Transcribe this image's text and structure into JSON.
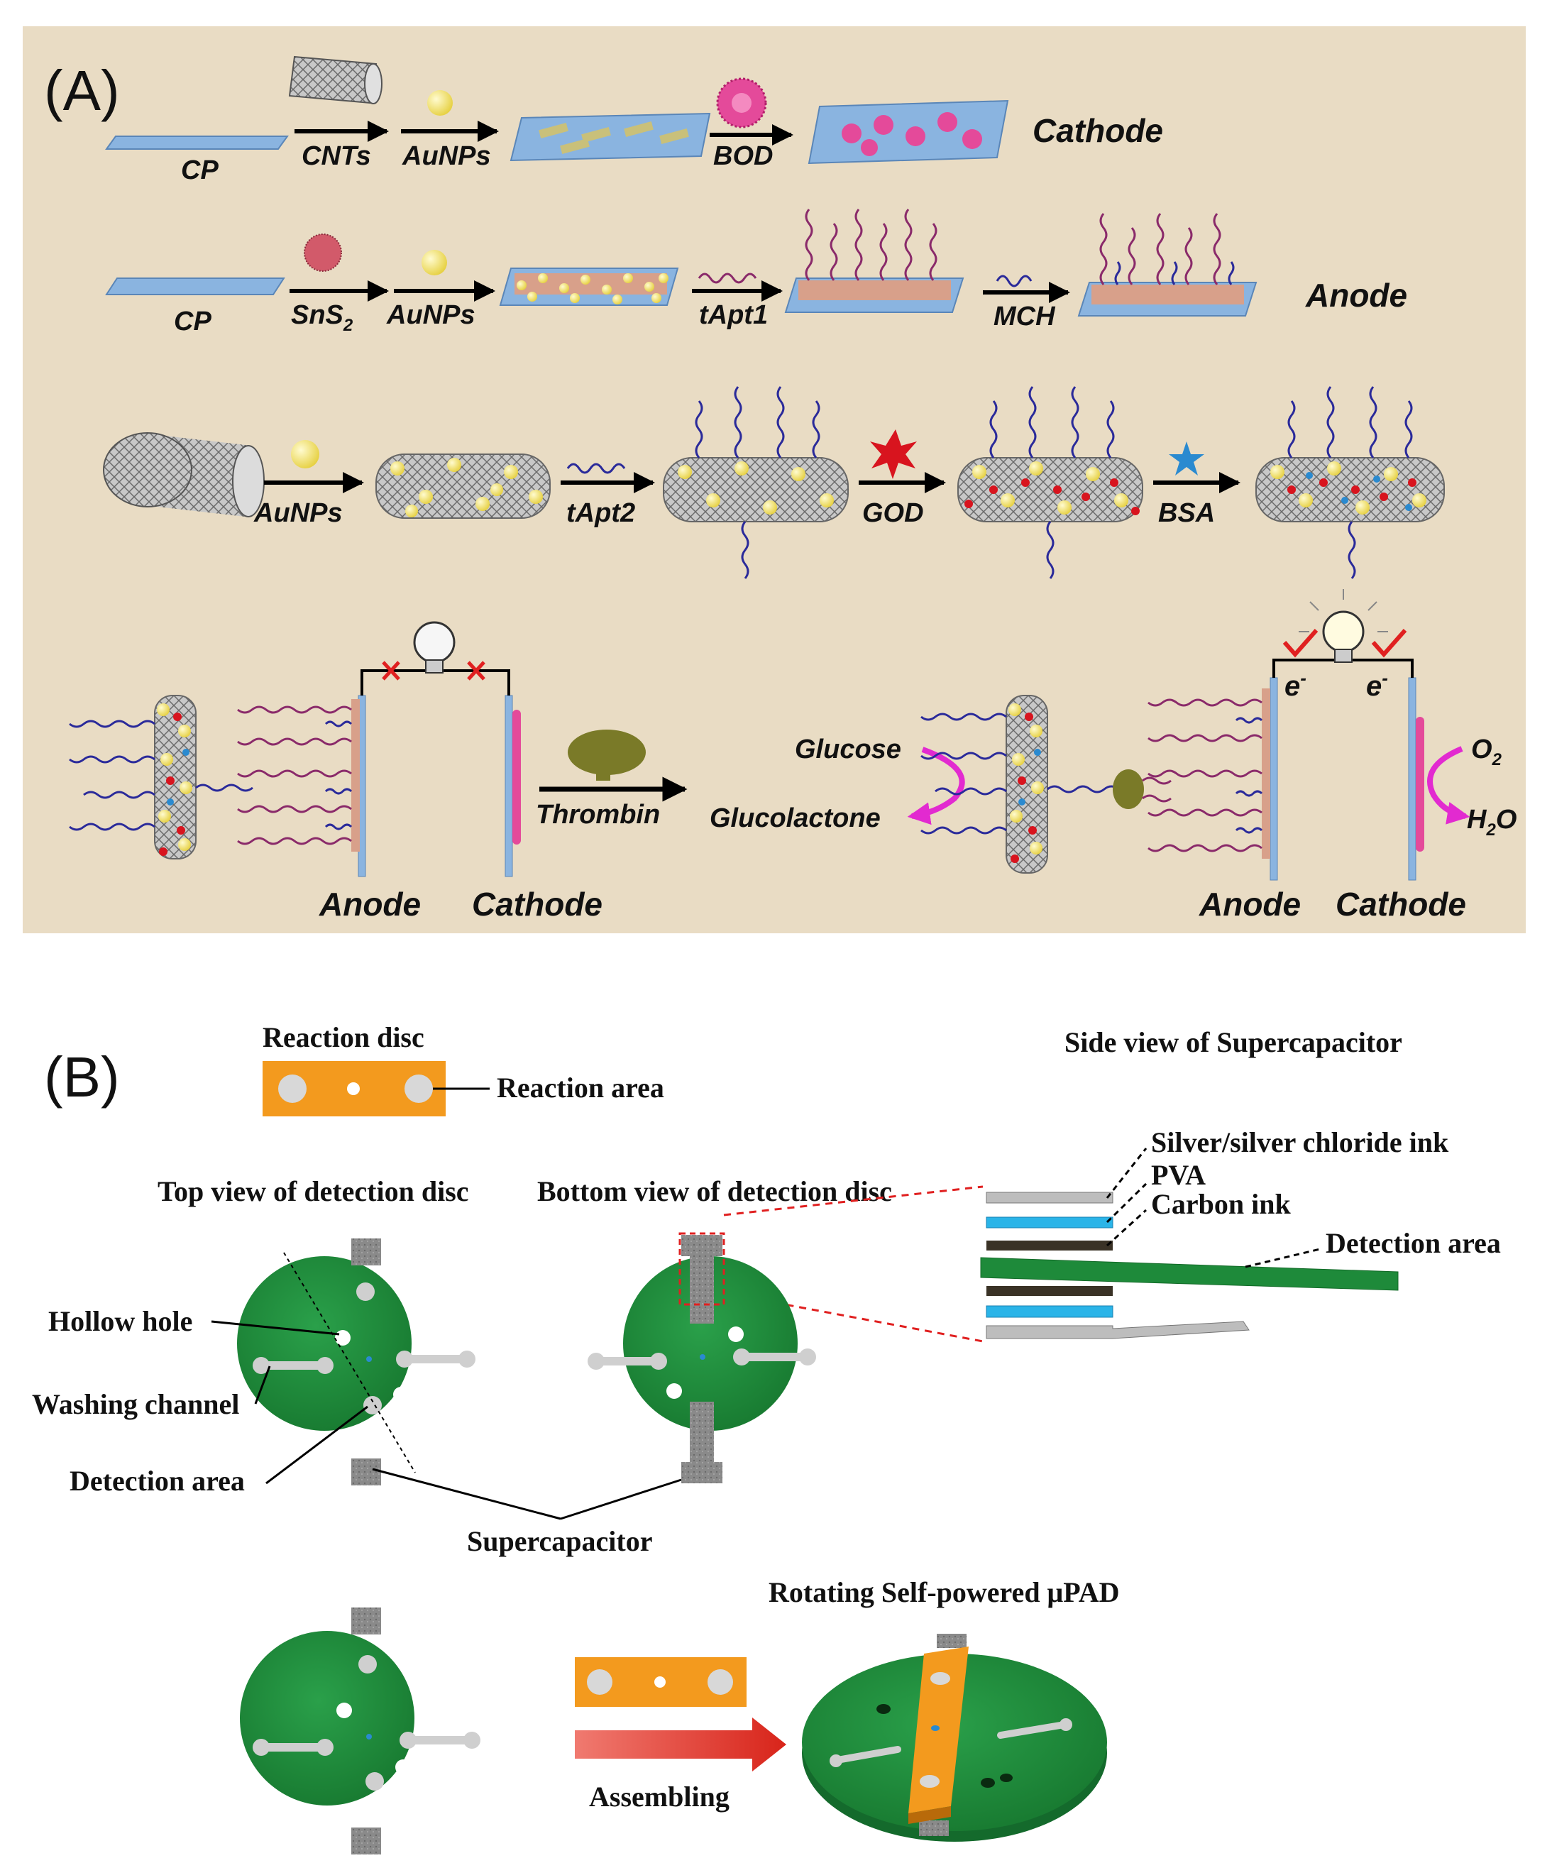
{
  "panel_a": {
    "label": "(A)",
    "row1": {
      "cp": "CP",
      "s1": "CNTs",
      "s2": "AuNPs",
      "s3": "BOD",
      "result": "Cathode"
    },
    "row2": {
      "cp": "CP",
      "s1_base": "SnS",
      "s1_sub": "2",
      "s2": "AuNPs",
      "s3": "tApt1",
      "s4": "MCH",
      "result": "Anode"
    },
    "row3": {
      "s1": "AuNPs",
      "s2": "tApt2",
      "s3": "GOD",
      "s4": "BSA"
    },
    "row4": {
      "anode_left": "Anode",
      "cathode_left": "Cathode",
      "thrombin": "Thrombin",
      "glucose": "Glucose",
      "glucolactone": "Glucolactone",
      "o2_base": "O",
      "o2_sub": "2",
      "h2o_h": "H",
      "h2o_sub": "2",
      "h2o_o": "O",
      "electron": "e",
      "electron_sup": "-",
      "anode_right": "Anode",
      "cathode_right": "Cathode"
    }
  },
  "panel_b": {
    "label": "(B)",
    "reaction_disc": "Reaction disc",
    "reaction_area": "Reaction area",
    "side_view_title": "Side view of Supercapacitor",
    "top_view_title": "Top view of detection disc",
    "bottom_view_title": "Bottom view of detection disc",
    "layer_silver": "Silver/silver chloride ink",
    "layer_pva": "PVA",
    "layer_carbon": "Carbon ink",
    "detection_area_side": "Detection area",
    "hollow_hole": "Hollow hole",
    "washing_channel": "Washing channel",
    "detection_area": "Detection area",
    "supercapacitor": "Supercapacitor",
    "assembled_title": "Rotating Self-powered μPAD",
    "assembling": "Assembling"
  },
  "colors": {
    "panel_a_bg": "#e9dcc4",
    "electrode_blue": "#8ab4e0",
    "disc_green": "#1e8a3a",
    "reaction_orange": "#f39a1e",
    "arrow_red": "#e03c30",
    "dashed_red": "#e02020",
    "aptamer_purple": "#8a2a6a",
    "aptamer_blue": "#2a2a9a",
    "gold_np": "#f2e46a",
    "magenta_arrow": "#e22ad0"
  }
}
